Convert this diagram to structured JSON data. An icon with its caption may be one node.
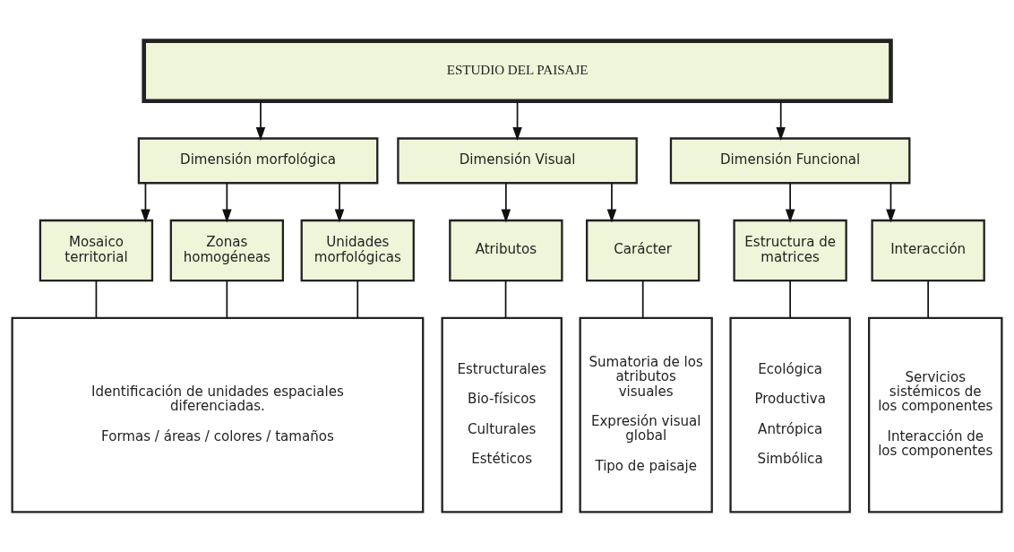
{
  "diagram": {
    "nodes": [
      {
        "text": [
          "ESTUDIO DEL PAISAJE"
        ]
      },
      {
        "text": [
          "Dimensión morfológica"
        ]
      },
      {
        "text": [
          "Dimensión Visual"
        ]
      },
      {
        "text": [
          "Dimensión Funcional"
        ]
      },
      {
        "text": [
          "Mosaico territorial"
        ]
      },
      {
        "text": [
          "Zonas homogéneas"
        ]
      },
      {
        "text": [
          "Unidades morfológicas"
        ]
      },
      {
        "text": [
          "Atributos"
        ]
      },
      {
        "text": [
          "Carácter"
        ]
      },
      {
        "text": [
          "Estructura de matrices"
        ]
      },
      {
        "text": [
          "Interacción"
        ]
      },
      {
        "text": [
          "Identificación de unidades espaciales diferenciadas.",
          "Formas / áreas / colores / tamaños"
        ]
      },
      {
        "text": [
          "Estructurales",
          "Bio-físicos",
          "Culturales",
          "Estéticos"
        ]
      },
      {
        "text": [
          "Sumatoria de los atributos visuales",
          "Expresión visual global",
          "Tipo de paisaje"
        ]
      },
      {
        "text": [
          "Ecológica",
          "Productiva",
          "Antrópica",
          "Simbólica"
        ]
      },
      {
        "text": [
          "Servicios sistémicos de los componentes",
          "Interacción de los componentes"
        ]
      }
    ],
    "edges": [
      {
        "from": 0,
        "to": 1,
        "arrow": "to"
      },
      {
        "from": 0,
        "to": 2,
        "arrow": "to"
      },
      {
        "from": 0,
        "to": 3,
        "arrow": "to"
      },
      {
        "from": 1,
        "to": 4,
        "arrow": "to"
      },
      {
        "from": 1,
        "to": 5,
        "arrow": "to"
      },
      {
        "from": 1,
        "to": 6,
        "arrow": "to"
      },
      {
        "from": 2,
        "to": 7,
        "arrow": "to"
      },
      {
        "from": 2,
        "to": 8,
        "arrow": "to"
      },
      {
        "from": 3,
        "to": 9,
        "arrow": "to"
      },
      {
        "from": 3,
        "to": 10,
        "arrow": "to"
      },
      {
        "from": 4,
        "to": 11,
        "arrow": "none"
      },
      {
        "from": 5,
        "to": 11,
        "arrow": "none"
      },
      {
        "from": 6,
        "to": 11,
        "arrow": "none"
      },
      {
        "from": 7,
        "to": 12,
        "arrow": "none"
      },
      {
        "from": 8,
        "to": 13,
        "arrow": "none"
      },
      {
        "from": 9,
        "to": 14,
        "arrow": "none"
      },
      {
        "from": 10,
        "to": 15,
        "arrow": "none"
      }
    ]
  }
}
